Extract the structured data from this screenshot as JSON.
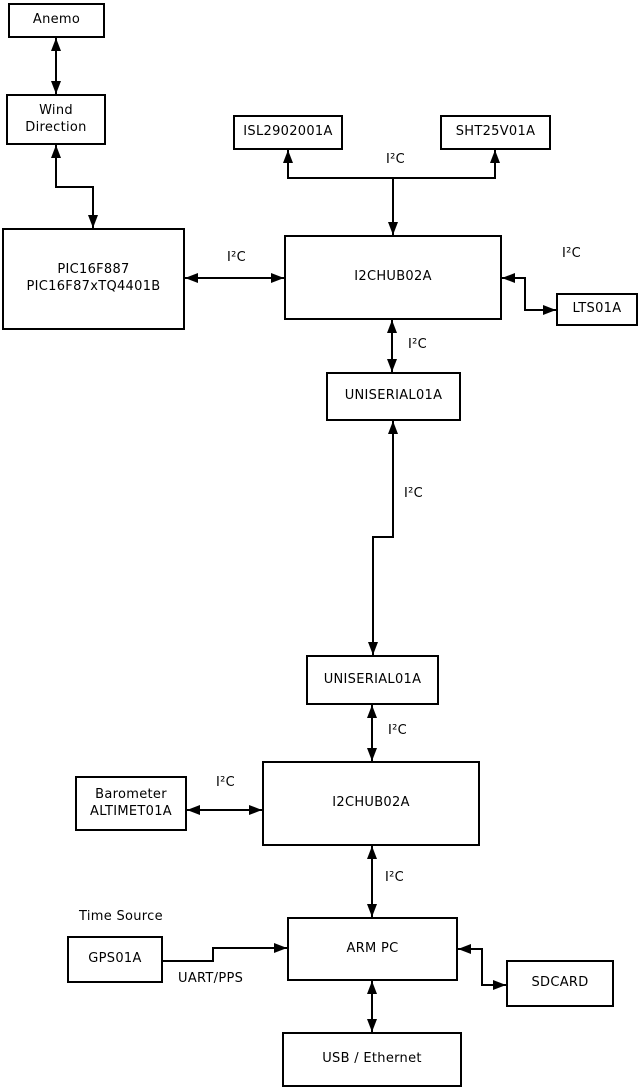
{
  "diagram": {
    "background_color": "#ffffff",
    "line_color": "#000000",
    "nodes": {
      "anemo": {
        "label": "Anemo"
      },
      "wind_direction": {
        "label": "Wind\nDirection"
      },
      "pic": {
        "label": "PIC16F887\nPIC16F87xTQ4401B"
      },
      "isl": {
        "label": "ISL2902001A"
      },
      "sht": {
        "label": "SHT25V01A"
      },
      "i2c_hub_1": {
        "label": "I2CHUB02A"
      },
      "lts": {
        "label": "LTS01A"
      },
      "uniserial_1": {
        "label": "UNISERIAL01A"
      },
      "uniserial_2": {
        "label": "UNISERIAL01A"
      },
      "barometer": {
        "label": "Barometer\nALTIMET01A"
      },
      "i2c_hub_2": {
        "label": "I2CHUB02A"
      },
      "arm_pc": {
        "label": "ARM PC"
      },
      "gps": {
        "label": "GPS01A"
      },
      "sdcard": {
        "label": "SDCARD"
      },
      "usb_ethernet": {
        "label": "USB / Ethernet"
      }
    },
    "edge_labels": {
      "i2c": "I²C",
      "uart_pps": "UART/PPS",
      "time_source": "Time Source"
    }
  }
}
